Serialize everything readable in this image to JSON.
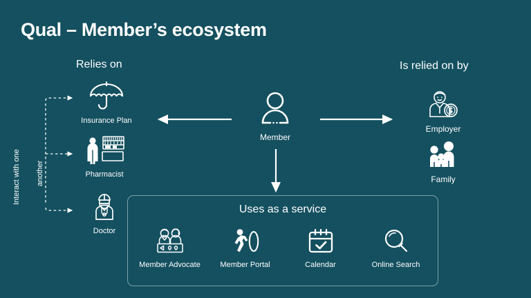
{
  "slide": {
    "title": "Qual – Member’s ecosystem",
    "background_color": "#14505f",
    "foreground_color": "#ffffff"
  },
  "left_column": {
    "header": "Relies on",
    "vertical_labels": {
      "line1": "Interact with one",
      "line2": "another"
    },
    "nodes": [
      {
        "label": "Insurance Plan",
        "icon": "umbrella-icon"
      },
      {
        "label": "Pharmacist",
        "icon": "pharmacist-icon"
      },
      {
        "label": "Doctor",
        "icon": "doctor-icon"
      }
    ]
  },
  "center": {
    "node": {
      "label": "Member",
      "icon": "person-icon"
    }
  },
  "right_column": {
    "header": "Is relied on by",
    "nodes": [
      {
        "label": "Employer",
        "icon": "employer-money-icon"
      },
      {
        "label": "Family",
        "icon": "family-icon"
      }
    ]
  },
  "service_panel": {
    "title": "Uses as a service",
    "items": [
      {
        "label": "Member Advocate",
        "icon": "advocate-desk-icon"
      },
      {
        "label": "Member Portal",
        "icon": "walking-portal-icon"
      },
      {
        "label": "Calendar",
        "icon": "calendar-check-icon"
      },
      {
        "label": "Online Search",
        "icon": "magnifier-icon"
      }
    ]
  },
  "connectors": {
    "member_to_left": "arrow-left",
    "member_to_right": "arrow-right",
    "member_to_services": "arrow-down",
    "interact_bracket": "dashed-bracket-three-branches"
  }
}
